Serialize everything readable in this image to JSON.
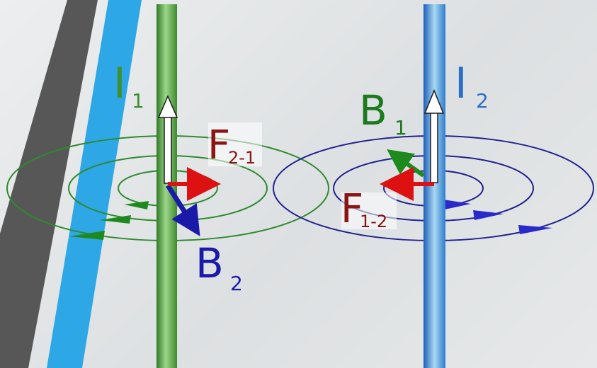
{
  "diagram": {
    "wire1": {
      "current_label": "I",
      "current_subscript": "1",
      "color": "#3f8f2f"
    },
    "wire2": {
      "current_label": "I",
      "current_subscript": "2",
      "color": "#2d6fc4"
    },
    "force_2_on_1": {
      "label": "F",
      "subscript": "2-1",
      "color": "#8a1515"
    },
    "force_1_on_2": {
      "label": "F",
      "subscript": "1-2",
      "color": "#8a1515"
    },
    "field_1": {
      "label": "B",
      "subscript": "1",
      "color": "#1e7a1e"
    },
    "field_2": {
      "label": "B",
      "subscript": "2",
      "color": "#1a1aa8"
    },
    "colors": {
      "arrow_force": "#dd1111",
      "field_lines_1": "#2f8a2f",
      "field_lines_2": "#22228f",
      "accent_blue_stripe": "#2ea7e6",
      "accent_dark_stripe": "#555555"
    }
  }
}
